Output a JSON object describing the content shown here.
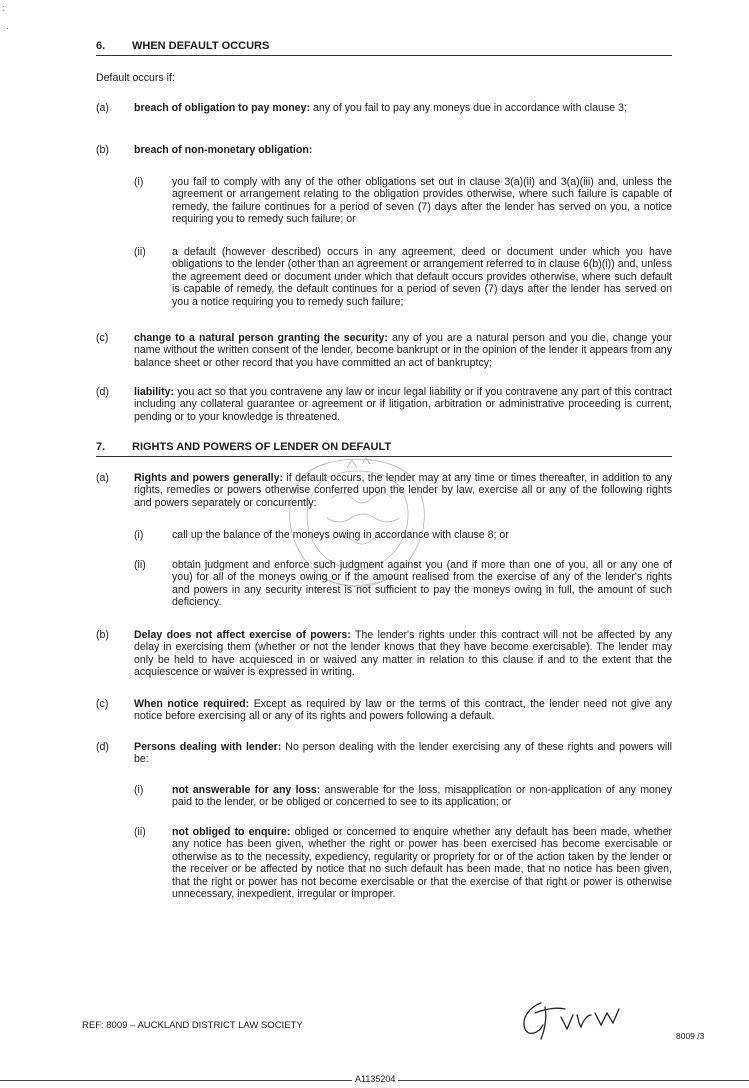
{
  "scan_marks": [
    ":",
    "·"
  ],
  "section6": {
    "number": "6.",
    "title": "WHEN DEFAULT OCCURS",
    "intro": "Default occurs if:",
    "a": {
      "label": "(a)",
      "bold": "breach of obligation to pay money:",
      "text": "any of you fail to pay any moneys due in accordance with clause 3;"
    },
    "b": {
      "label": "(b)",
      "bold": "breach of non-monetary obligation:",
      "i": {
        "label": "(i)",
        "text": "you fail to comply with any of the other obligations set out in clause 3(a)(ii) and 3(a)(iii) and, unless the agreement or arrangement relating to the obligation provides otherwise, where such failure is capable of remedy, the failure continues for a period of seven (7) days after the lender has served on you, a notice requiring you to remedy such failure; or"
      },
      "ii": {
        "label": "(ii)",
        "text": "a default (however described) occurs in any agreement, deed or document under which you have obligations to the lender (other than an agreement or arrangement referred to in clause 6(b)(i)) and, unless the agreement deed or document under which that default occurs provides otherwise, where such default is capable of remedy, the default continues for a period of seven (7) days after the lender has served on you a notice requiring you to remedy such failure;"
      }
    },
    "c": {
      "label": "(c)",
      "bold": "change to a natural person granting the security:",
      "text": "any of you are a natural person and you die, change your name without the written consent of the lender, become bankrupt or in the opinion of the lender it appears from any balance sheet or other record that you have committed an act of bankruptcy;"
    },
    "d": {
      "label": "(d)",
      "bold": "liability:",
      "text": "you act so that you contravene any law or incur legal liability or if you contravene any part of this contract including any collateral guarantee or agreement or if litigation, arbitration or administrative proceeding is current, pending or to your knowledge is threatened."
    }
  },
  "section7": {
    "number": "7.",
    "title": "RIGHTS AND POWERS OF LENDER ON DEFAULT",
    "a": {
      "label": "(a)",
      "bold": "Rights and powers generally:",
      "text": "if default occurs, the lender may at any time or times thereafter, in addition to any rights, remedies or powers otherwise conferred upon the lender by law, exercise all or any of the following rights and powers separately or concurrently:",
      "i": {
        "label": "(i)",
        "text": "call up the balance of the moneys owing in accordance with clause 8; or"
      },
      "ii": {
        "label": "(ii)",
        "text": "obtain judgment and enforce such judgment against you (and if more than one of you, all or any one of you) for all of the moneys owing or if the amount realised from the exercise of any of the lender's rights and powers in any security interest is not sufficient to pay the moneys owing in full, the amount of such deficiency."
      }
    },
    "b": {
      "label": "(b)",
      "bold": "Delay does not affect exercise of powers:",
      "text": "The lender's rights under this contract will not be affected by any delay in exercising them (whether or not the lender knows that they have become exercisable). The lender may only be held to have acquiesced in or waived any matter in relation to this clause if and to the extent that the acquiescence or waiver is expressed in writing."
    },
    "c": {
      "label": "(c)",
      "bold": "When notice required:",
      "text": "Except as required by law or the terms of this contract, the lender need not give any notice before exercising all or any of its rights and powers following a default."
    },
    "d": {
      "label": "(d)",
      "bold": "Persons dealing with lender:",
      "text": "No person dealing with the lender exercising any of these rights and powers will be:",
      "i": {
        "label": "(i)",
        "bold": "not answerable for any loss:",
        "text": "answerable for the loss, misapplication or non-application of any money paid to the lender, or be obliged or concerned to see to its application; or"
      },
      "ii": {
        "label": "(ii)",
        "bold": "not obliged to enquire:",
        "text": "obliged or concerned to enquire whether any default has been made, whether any notice has been given, whether the right or power has been exercised has become exercisable or otherwise as to the necessity, expediency, regularity or propriety for or of the action taken by the lender or the receiver or be affected by notice that no such default has been made, that no notice has been given, that the right or power has not become exercisable or that the exercise of that right or power is otherwise unnecessary, inexpedient, irregular or improper."
      }
    }
  },
  "footer": {
    "ref": "REF: 8009 – AUCKLAND DISTRICT LAW SOCIETY",
    "page": "8009 /3",
    "doc_id": "A1135204",
    "signature_text": "Jvw"
  }
}
